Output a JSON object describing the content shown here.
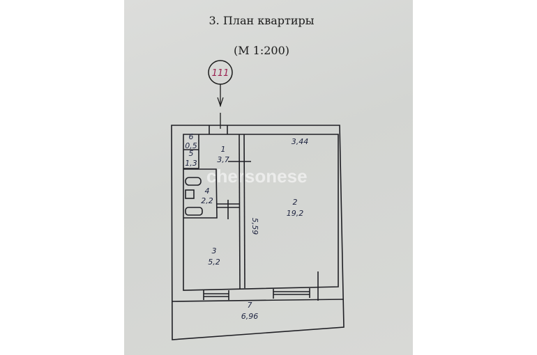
{
  "document": {
    "title": "3. План квартиры",
    "scale": "(М 1:200)",
    "marker_label": "111",
    "watermark": "chersonese"
  },
  "rooms": [
    {
      "number": "1",
      "area": "3,7"
    },
    {
      "number": "2",
      "area": "19,2"
    },
    {
      "number": "3",
      "area": "5,2"
    },
    {
      "number": "4",
      "area": "2,2"
    },
    {
      "number": "5",
      "area": "1,3"
    },
    {
      "number": "6",
      "area": "0,5"
    },
    {
      "number": "7",
      "area": "6,96"
    }
  ],
  "dimensions": {
    "width": "3,44",
    "length": "5,59"
  },
  "colors": {
    "ink": "#1e2440",
    "marker": "#9a2050",
    "paper": "#d6d8d5"
  }
}
